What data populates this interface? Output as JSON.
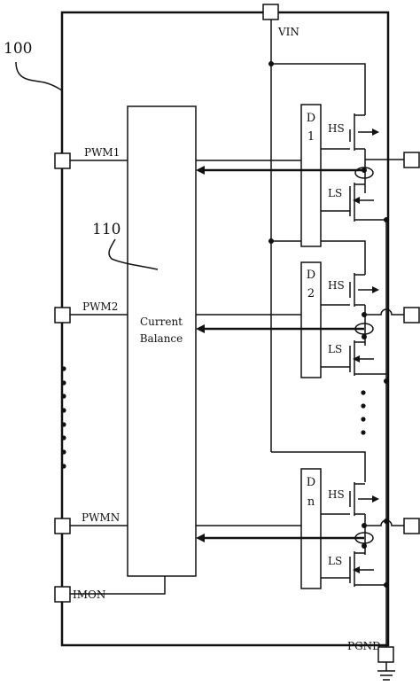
{
  "reference_labels": {
    "chip": "100",
    "current_balance_block": "110"
  },
  "pins": {
    "vin": "VIN",
    "pwm1": "PWM1",
    "pwm2": "PWM2",
    "pwmn": "PWMN",
    "imon": "IMON",
    "pgnd": "PGND"
  },
  "current_balance": {
    "line1": "Current",
    "line2": "Balance"
  },
  "drivers": [
    {
      "name_top": "D",
      "name_bottom": "1",
      "hs": "HS",
      "ls": "LS"
    },
    {
      "name_top": "D",
      "name_bottom": "2",
      "hs": "HS",
      "ls": "LS"
    },
    {
      "name_top": "D",
      "name_bottom": "n",
      "hs": "HS",
      "ls": "LS"
    }
  ],
  "colors": {
    "line": "#111111",
    "background": "#ffffff"
  }
}
